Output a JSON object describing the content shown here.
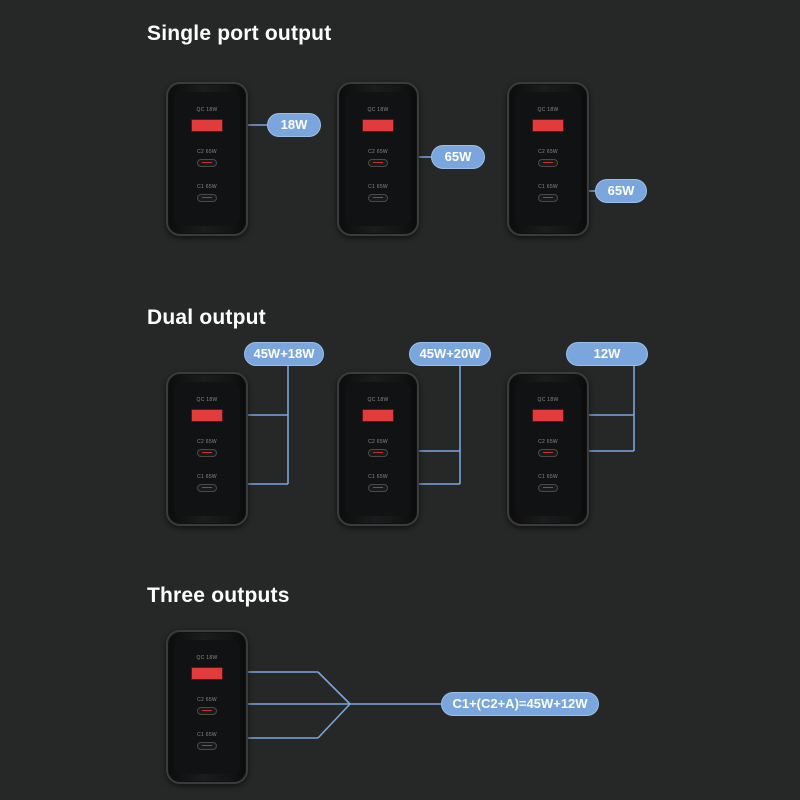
{
  "sections": {
    "single": {
      "title": "Single port output",
      "labels": [
        "18W",
        "65W",
        "65W"
      ]
    },
    "dual": {
      "title": "Dual output",
      "labels": [
        "45W+18W",
        "45W+20W",
        "12W"
      ]
    },
    "three": {
      "title": "Three outputs",
      "label": "C1+(C2+A)=45W+12W"
    }
  },
  "charger": {
    "ports": [
      "QC 18W",
      "C2 65W",
      "C1 65W"
    ]
  },
  "colors": {
    "accent": "#7aa6dd",
    "line": "#7aa6dd",
    "background": "#262828",
    "usb_a": "#e23b3b"
  }
}
